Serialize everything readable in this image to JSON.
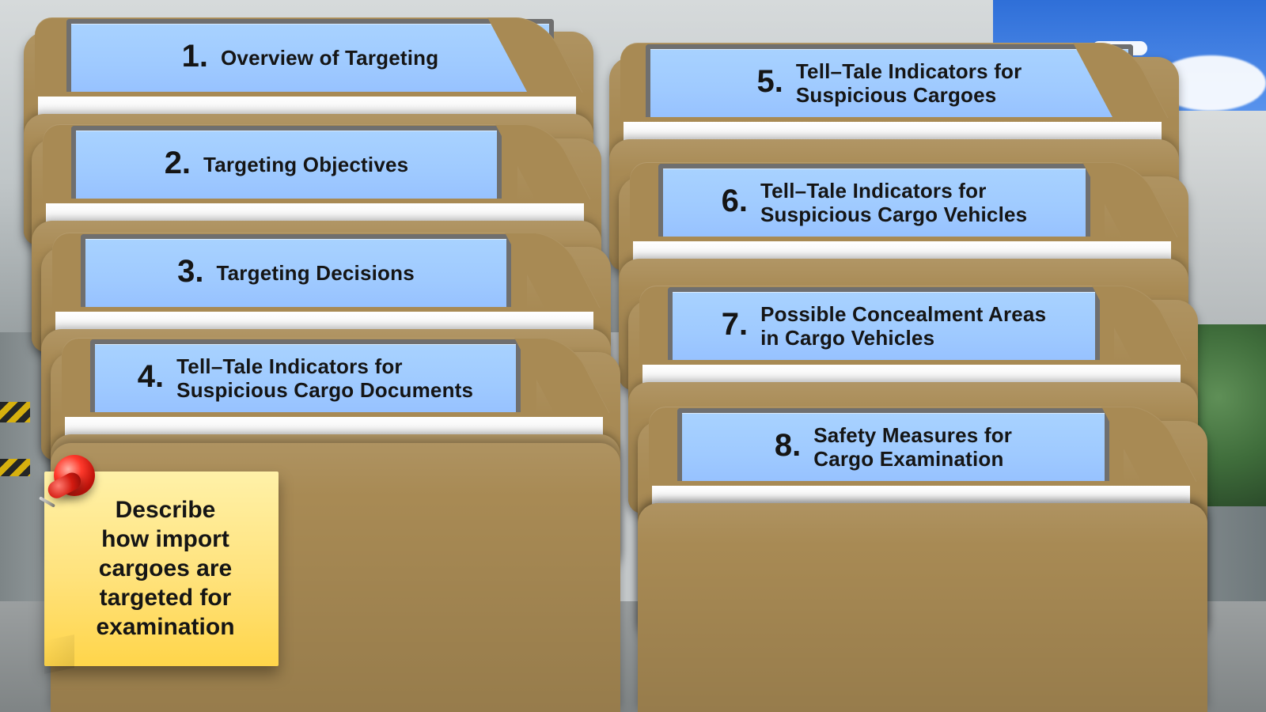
{
  "folders": {
    "left": [
      {
        "number": "1.",
        "text": "Overview of Targeting"
      },
      {
        "number": "2.",
        "text": "Targeting Objectives"
      },
      {
        "number": "3.",
        "text": "Targeting Decisions"
      },
      {
        "number": "4.",
        "text": "Tell–Tale Indicators for\nSuspicious Cargo Documents"
      }
    ],
    "right": [
      {
        "number": "5.",
        "text": "Tell–Tale Indicators for\nSuspicious Cargoes"
      },
      {
        "number": "6.",
        "text": "Tell–Tale Indicators for\nSuspicious Cargo Vehicles"
      },
      {
        "number": "7.",
        "text": "Possible Concealment Areas\nin Cargo Vehicles"
      },
      {
        "number": "8.",
        "text": "Safety Measures for\nCargo Examination"
      }
    ]
  },
  "sticky_note": {
    "text": "Describe\nhow import\ncargoes are\ntargeted for\nexamination"
  },
  "colors": {
    "folder": "#a88a54",
    "label": "#a8d2ff",
    "note": "#ffe27b",
    "pin": "#ff3a2c"
  },
  "icons": {
    "pin": "push-pin-icon"
  }
}
